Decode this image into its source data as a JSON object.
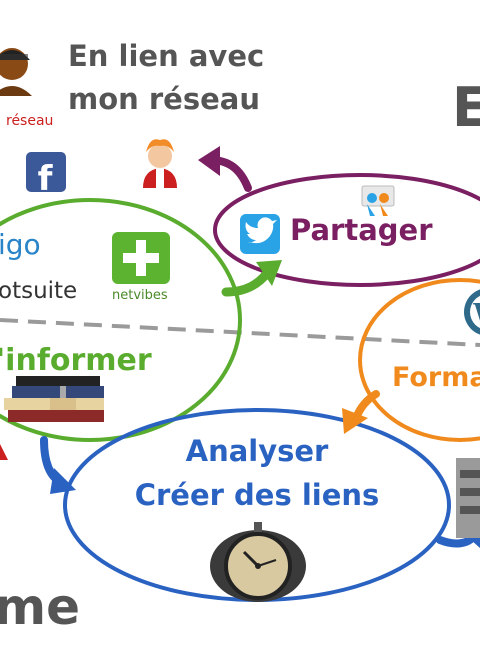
{
  "texts": {
    "network_heading_line1": "En lien avec",
    "network_heading_line2": "mon réseau",
    "network_label": "réseau",
    "top_right_letter": "E",
    "share": "Partager",
    "inform": "'informer",
    "format": "Forma",
    "analyze_line1": "Analyser",
    "analyze_line2": "Créer des liens",
    "bottom_left_word": "me",
    "diigo_fragment": "igo",
    "hootsuite_fragment": "otsuite",
    "netvibes_label": "netvibes"
  },
  "colors": {
    "green": "#5aac2e",
    "purple": "#7b1f63",
    "orange": "#f08a1c",
    "blue": "#2a62c2",
    "gray_text": "#555555",
    "dashed_line": "#9a9a9a",
    "twitter": "#2aa3e6",
    "facebook": "#3b5998",
    "netvibes_green": "#5bb32f",
    "red": "#cc1f1f"
  },
  "icons": [
    "person-icon-dark",
    "person-icon-red",
    "facebook-icon",
    "twitter-icon",
    "netvibes-icon",
    "slideshare-icon",
    "wordpress-icon",
    "books-icon",
    "clock-icon"
  ]
}
